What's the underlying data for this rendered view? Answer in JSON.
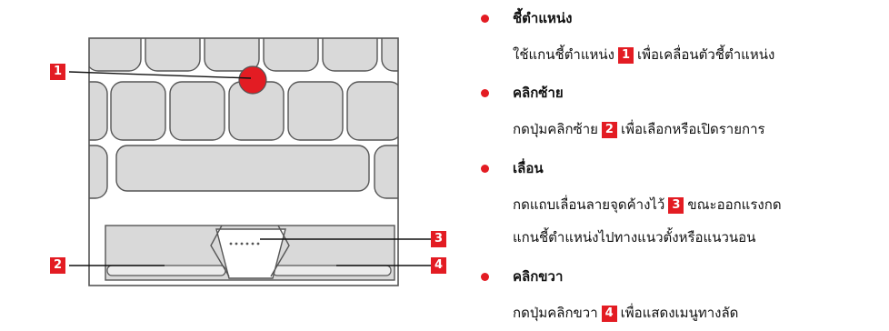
{
  "callouts": {
    "c1": "1",
    "c2": "2",
    "c3": "3",
    "c4": "4"
  },
  "colors": {
    "accent": "#e31c23",
    "keyboard_fill": "#d9d9d9",
    "outline": "#555555"
  },
  "items": [
    {
      "icon": "bullet-dot",
      "heading": "ชี้ตำแหน่ง",
      "desc_before": "ใช้แกนชี้ตำแหน่ง",
      "badge": "1",
      "desc_after": "เพื่อเคลื่อนตัวชี้ตำแหน่ง"
    },
    {
      "icon": "bullet-dot",
      "heading": "คลิกซ้าย",
      "desc_before": "กดปุ่มคลิกซ้าย",
      "badge": "2",
      "desc_after": "เพื่อเลือกหรือเปิดรายการ"
    },
    {
      "icon": "bullet-dot",
      "heading": "เลื่อน",
      "desc_before": "กดแถบเลื่อนลายจุดค้างไว้",
      "badge": "3",
      "desc_after": "ขณะออกแรงกด",
      "desc_line2": "แกนชี้ตำแหน่งไปทางแนวตั้งหรือแนวนอน"
    },
    {
      "icon": "bullet-dot",
      "heading": "คลิกขวา",
      "desc_before": "กดปุ่มคลิกขวา",
      "badge": "4",
      "desc_after": "เพื่อแสดงเมนูทางลัด"
    }
  ]
}
